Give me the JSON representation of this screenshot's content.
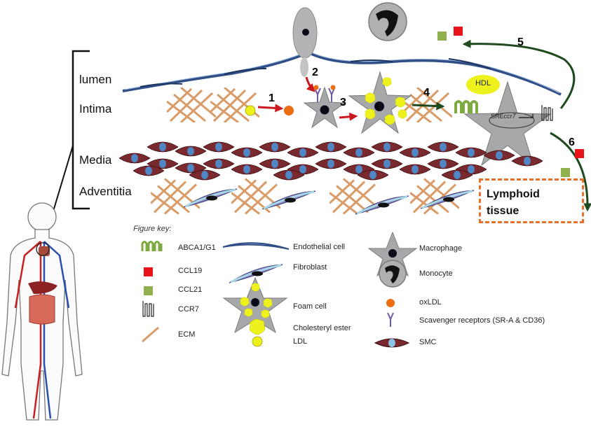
{
  "layers": {
    "lumen": "lumen",
    "intima": "Intima",
    "media": "Media",
    "adventitia": "Adventitia"
  },
  "steps": [
    "1",
    "2",
    "3",
    "4",
    "5",
    "6"
  ],
  "labels": {
    "hdl": "HDL",
    "sre": "SRE",
    "sre_gene": "ccr7",
    "lymphoid": "Lymphoid",
    "lymphoid2": "tissue"
  },
  "key": {
    "title": "Figure key:",
    "abca1": "ABCA1/G1",
    "ccl19": "CCL19",
    "ccl21": "CCL21",
    "ccr7": "CCR7",
    "ecm": "ECM",
    "endothelial": "Endothelial cell",
    "fibroblast": "Fibroblast",
    "foam": "Foam cell",
    "cholesteryl": "Cholesteryl ester",
    "ldl": "LDL",
    "macrophage": "Macrophage",
    "monocyte": "Monocyte",
    "oxldl": "oxLDL",
    "scavenger": "Scavenger receptors (SR-A & CD36)",
    "smc": "SMC"
  },
  "colors": {
    "ccl19": "#e8141a",
    "ccl21": "#8fb04c",
    "ldl": "#eef21c",
    "oxldl": "#ee6d12",
    "smc": "#7a2a2e",
    "smc_nucleus": "#4f86c6",
    "ecm": "#d99c68",
    "endothelium": "#2f4f86",
    "macrophage": "#a7a8aa",
    "abca1": "#7dab3f",
    "scavenger": "#6e5aa2",
    "arrow_red": "#c9191e",
    "arrow_green": "#1e4a1e"
  }
}
